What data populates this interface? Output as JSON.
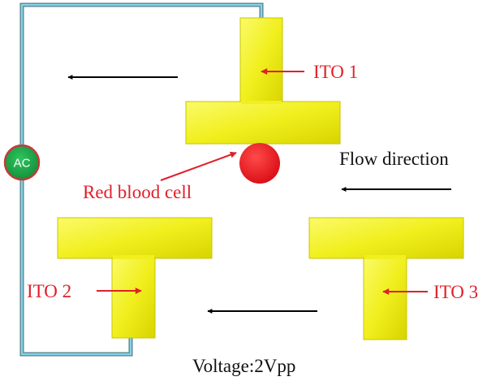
{
  "labels": {
    "ito1": "ITO 1",
    "ito2": "ITO 2",
    "ito3": "ITO 3",
    "red_blood_cell": "Red blood cell",
    "flow_direction": "Flow direction",
    "voltage": "Voltage:2Vpp",
    "ac_source": "AC"
  },
  "colors": {
    "electrode_fill": "#f1ef1e",
    "electrode_edge": "#b8b600",
    "wire": "#5cc3d8",
    "wire_outline": "#5a7a86",
    "ac_source": "#19a848",
    "ac_border": "#c43a3a",
    "cell": "#e5141c",
    "annotation_red": "#e0202a",
    "flow_arrow": "#000000"
  }
}
